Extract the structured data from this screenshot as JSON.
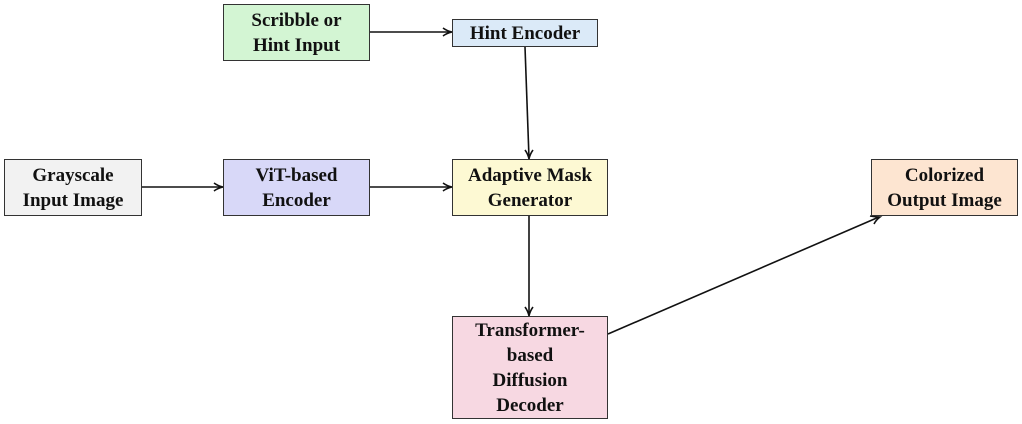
{
  "colors": {
    "scribble_fill": "#d3f5d3",
    "hint_fill": "#dbeaf8",
    "gray_fill": "#f2f2f2",
    "vit_fill": "#d8d8f8",
    "mask_fill": "#fdf9d3",
    "diffusion_fill": "#f7d8e2",
    "output_fill": "#fde5d1",
    "edge": "#111111"
  },
  "nodes": {
    "scribble": "Scribble or\nHint Input",
    "hint_encoder": "Hint Encoder",
    "grayscale": "Grayscale\nInput Image",
    "vit": "ViT-based\nEncoder",
    "mask": "Adaptive Mask\nGenerator",
    "output": "Colorized\nOutput Image",
    "diffusion": "Transformer-\nbased\nDiffusion\nDecoder"
  }
}
